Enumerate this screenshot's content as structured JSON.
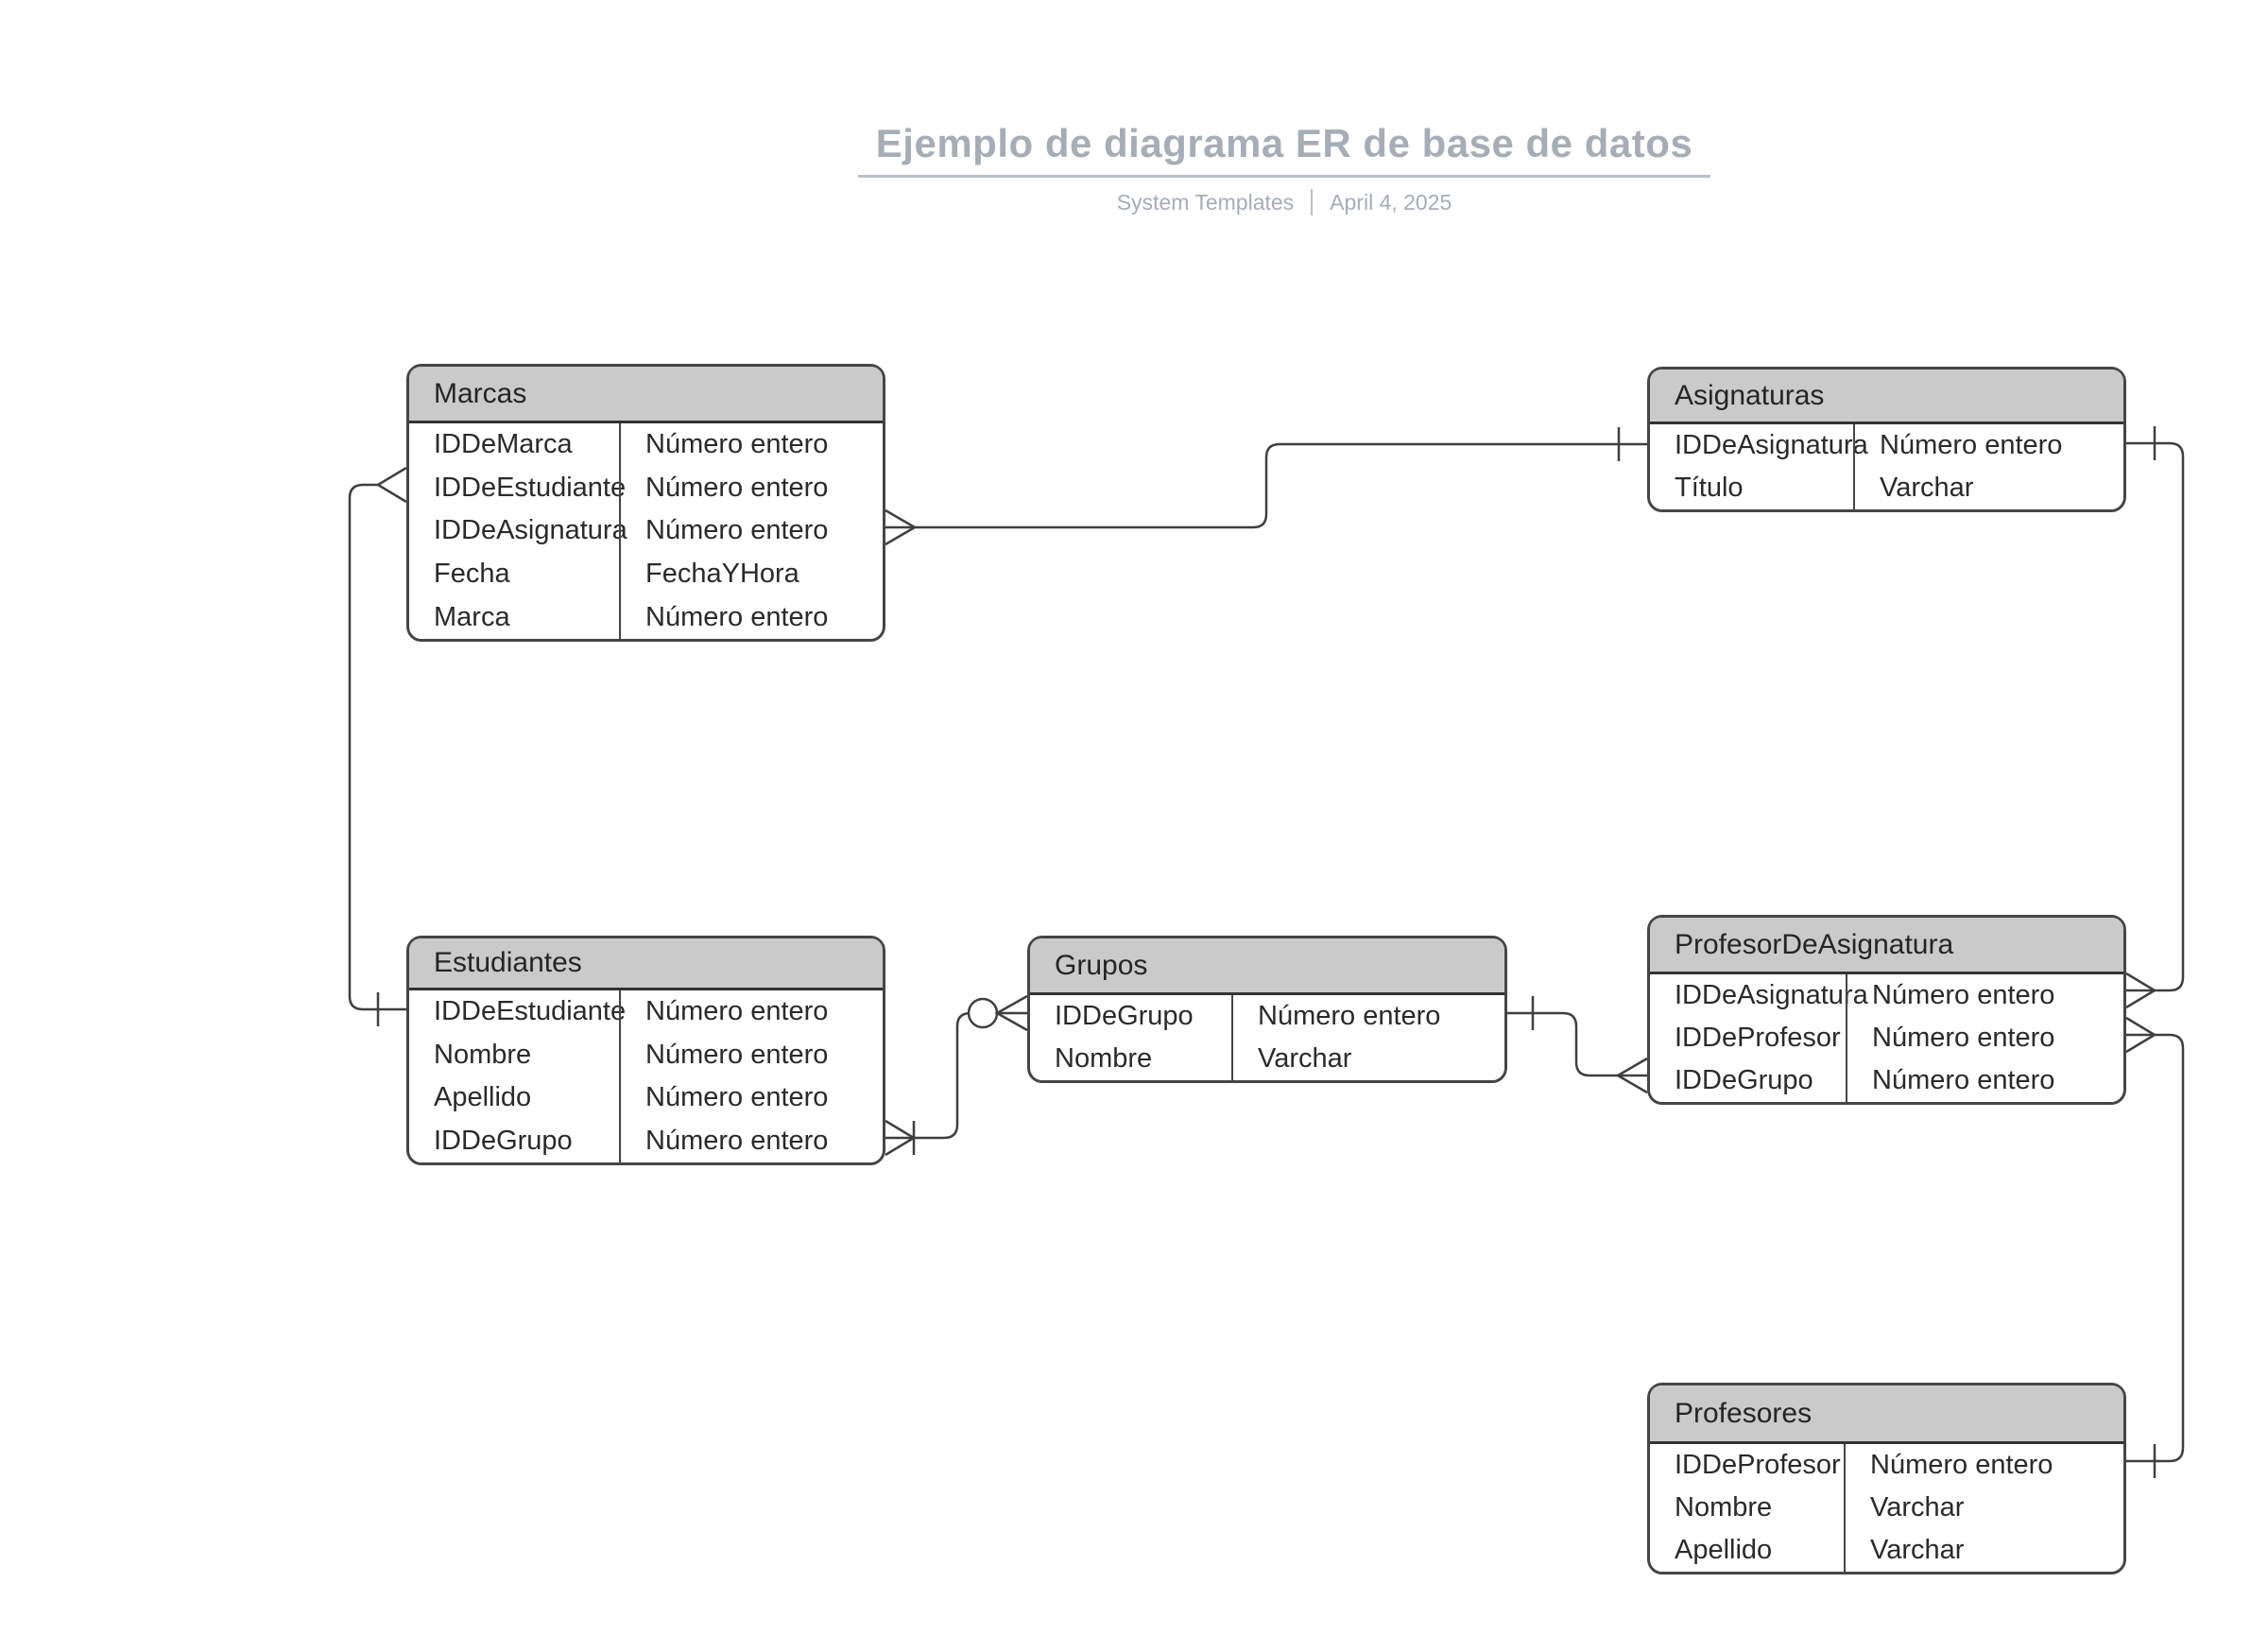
{
  "title": "Ejemplo de diagrama ER de base de datos",
  "meta": {
    "author": "System Templates",
    "date": "April 4, 2025"
  },
  "colors": {
    "title_text": "#a6adb6",
    "entity_header_fill": "#cacaca",
    "entity_border": "#454545",
    "connector": "#3f3f3f",
    "field_text": "#2a2a2a"
  },
  "entities": [
    {
      "name": "Marcas",
      "fields": [
        {
          "name": "IDDeMarca",
          "type": "Número entero"
        },
        {
          "name": "IDDeEstudiante",
          "type": "Número entero"
        },
        {
          "name": "IDDeAsignatura",
          "type": "Número entero"
        },
        {
          "name": "Fecha",
          "type": "FechaYHora"
        },
        {
          "name": "Marca",
          "type": "Número entero"
        }
      ]
    },
    {
      "name": "Asignaturas",
      "fields": [
        {
          "name": "IDDeAsignatura",
          "type": "Número entero"
        },
        {
          "name": "Título",
          "type": "Varchar"
        }
      ]
    },
    {
      "name": "Estudiantes",
      "fields": [
        {
          "name": "IDDeEstudiante",
          "type": "Número entero"
        },
        {
          "name": "Nombre",
          "type": "Número entero"
        },
        {
          "name": "Apellido",
          "type": "Número entero"
        },
        {
          "name": "IDDeGrupo",
          "type": "Número entero"
        }
      ]
    },
    {
      "name": "Grupos",
      "fields": [
        {
          "name": "IDDeGrupo",
          "type": "Número entero"
        },
        {
          "name": "Nombre",
          "type": "Varchar"
        }
      ]
    },
    {
      "name": "ProfesorDeAsignatura",
      "fields": [
        {
          "name": "IDDeAsignatura",
          "type": "Número entero"
        },
        {
          "name": "IDDeProfesor",
          "type": "Número entero"
        },
        {
          "name": "IDDeGrupo",
          "type": "Número entero"
        }
      ]
    },
    {
      "name": "Profesores",
      "fields": [
        {
          "name": "IDDeProfesor",
          "type": "Número entero"
        },
        {
          "name": "Nombre",
          "type": "Varchar"
        },
        {
          "name": "Apellido",
          "type": "Varchar"
        }
      ]
    }
  ],
  "relationships": [
    {
      "from": "Marcas",
      "from_field": "IDDeEstudiante",
      "from_cardinality": "many",
      "to": "Estudiantes",
      "to_field": "IDDeEstudiante",
      "to_cardinality": "one"
    },
    {
      "from": "Marcas",
      "from_field": "IDDeAsignatura",
      "from_cardinality": "many",
      "to": "Asignaturas",
      "to_field": "IDDeAsignatura",
      "to_cardinality": "one"
    },
    {
      "from": "Estudiantes",
      "from_field": "IDDeGrupo",
      "from_cardinality": "one or many",
      "to": "Grupos",
      "to_field": "IDDeGrupo",
      "to_cardinality": "zero or many"
    },
    {
      "from": "Grupos",
      "from_field": "IDDeGrupo",
      "from_cardinality": "one",
      "to": "ProfesorDeAsignatura",
      "to_field": "IDDeGrupo",
      "to_cardinality": "many"
    },
    {
      "from": "Asignaturas",
      "from_field": "IDDeAsignatura",
      "from_cardinality": "one",
      "to": "ProfesorDeAsignatura",
      "to_field": "IDDeAsignatura",
      "to_cardinality": "many"
    },
    {
      "from": "ProfesorDeAsignatura",
      "from_field": "IDDeProfesor",
      "from_cardinality": "many",
      "to": "Profesores",
      "to_field": "IDDeProfesor",
      "to_cardinality": "one"
    }
  ]
}
